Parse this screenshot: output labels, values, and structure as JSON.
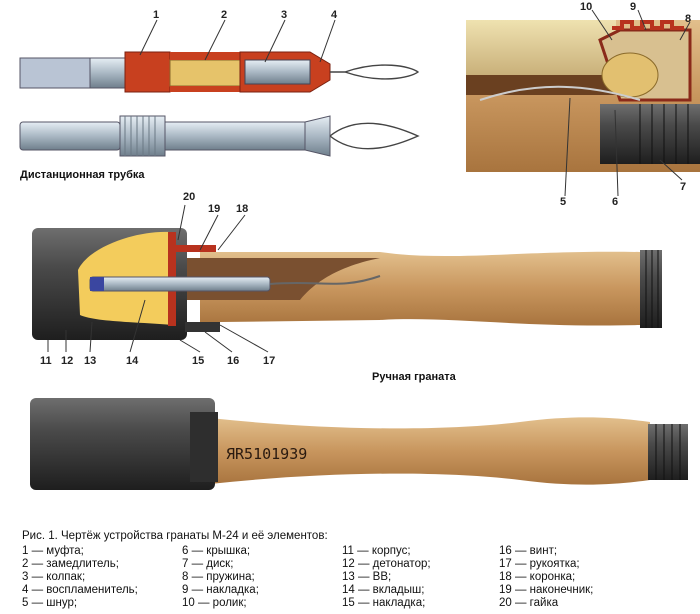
{
  "captions": {
    "fuse_tube": "Дистанционная трубка",
    "hand_grenade": "Ручная граната",
    "serial": "ЯR5101939"
  },
  "callouts": {
    "fuse": [
      "1",
      "2",
      "3",
      "4"
    ],
    "cap": [
      "10",
      "9",
      "8",
      "7",
      "6",
      "5"
    ],
    "grenade_top": [
      "20",
      "19",
      "18"
    ],
    "grenade_bottom": [
      "11",
      "12",
      "13",
      "14",
      "15",
      "16",
      "17"
    ]
  },
  "legend": {
    "title": "Рис. 1. Чертёж устройства гранаты М-24 и её элементов:",
    "columns": [
      [
        "1 — муфта;",
        "2 — замедлитель;",
        "3 — колпак;",
        "4 — воспламенитель;",
        "5 — шнур;"
      ],
      [
        "6 — крышка;",
        "7 — диск;",
        "8 — пружина;",
        "9 — накладка;",
        "10 — ролик;"
      ],
      [
        "11 — корпус;",
        "12 — детонатор;",
        "13 — ВВ;",
        "14 — вкладыш;",
        "15 — накладка;"
      ],
      [
        "16 — винт;",
        "17 — рукоятка;",
        "18 — коронка;",
        "19 — наконечник;",
        "20 — гайка"
      ]
    ]
  },
  "colors": {
    "wood": "#c8965e",
    "metal": "#3a3a3a",
    "red": "#b8321e",
    "explosive": "#f3cc5c"
  }
}
